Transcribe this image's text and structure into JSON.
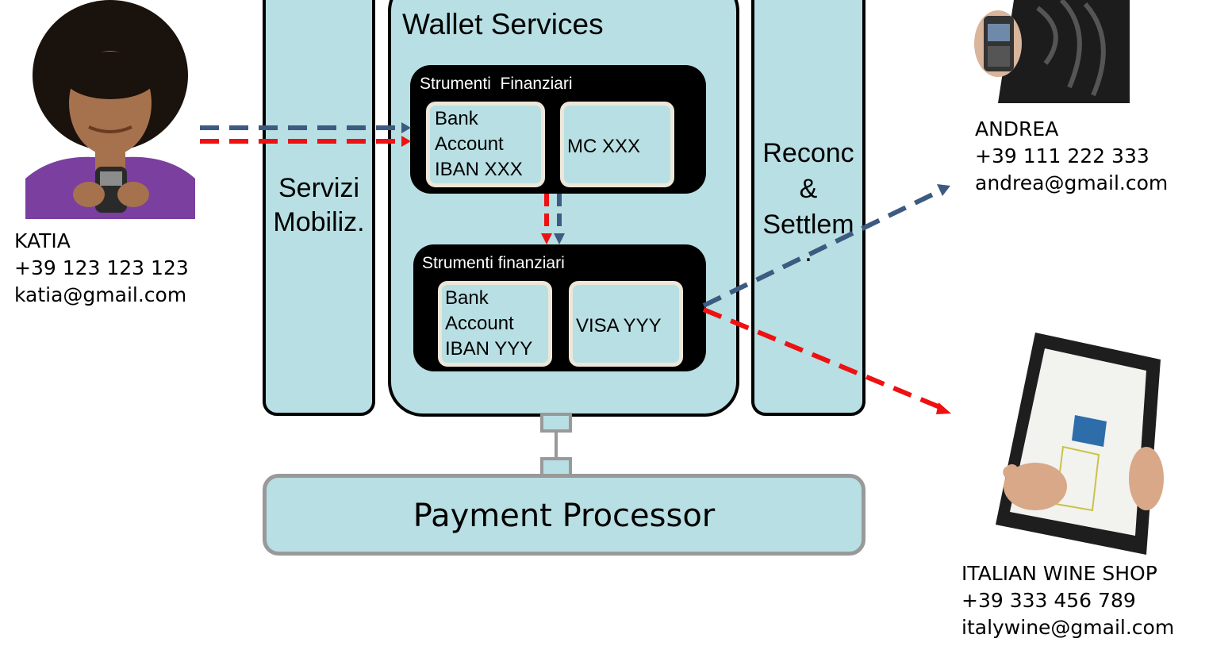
{
  "wallet": {
    "title": "Wallet Services",
    "group_top": {
      "title": "Strumenti  Finanziari",
      "bank_lines": [
        "Bank",
        "Account",
        "IBAN XXX"
      ],
      "card": "MC XXX"
    },
    "group_bottom": {
      "title": "Strumenti finanziari",
      "bank_lines": [
        "Bank",
        "Account",
        "IBAN YYY"
      ],
      "card": "VISA YYY"
    }
  },
  "servizi": {
    "lines": [
      "Servizi",
      "Mobiliz."
    ]
  },
  "reconc": {
    "lines": [
      "Reconc",
      "&",
      "Settlem",
      "."
    ]
  },
  "processor": {
    "label": "Payment Processor"
  },
  "katia": {
    "name": "KATIA",
    "phone": "+39 123 123 123",
    "email": "katia@gmail.com"
  },
  "andrea": {
    "name": "ANDREA",
    "phone": "+39 111 222 333",
    "email": "andrea@gmail.com"
  },
  "shop": {
    "name": "ITALIAN WINE SHOP",
    "phone": "+39 333 456 789",
    "email": "italywine@gmail.com"
  },
  "colors": {
    "panel": "#b8dfe3",
    "red_arrow": "#ee1111",
    "blue_arrow": "#3d5a80",
    "processor_border": "#999999"
  }
}
